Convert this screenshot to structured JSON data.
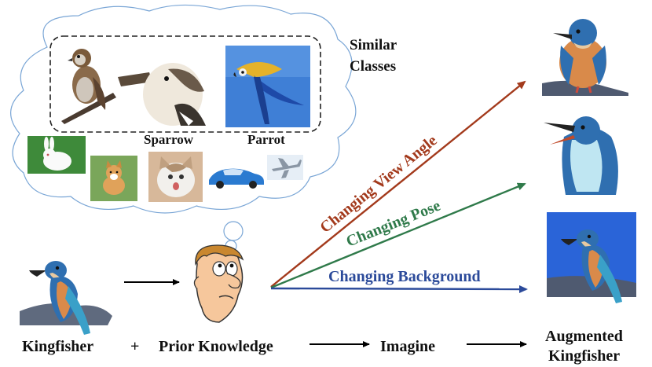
{
  "thought_cloud": {
    "heading_line1": "Similar",
    "heading_line2": "Classes",
    "sparrow_label": "Sparrow",
    "parrot_label": "Parrot",
    "icons": [
      "sparrow-photo",
      "kookaburra-photo",
      "parrot-photo",
      "rabbit-photo",
      "dog-photo",
      "cat-photo",
      "car-photo",
      "airplane-photo"
    ]
  },
  "arrows": {
    "view_angle": "Changing View Angle",
    "pose": "Changing Pose",
    "background": "Changing Background"
  },
  "bottom": {
    "kingfisher": "Kingfisher",
    "plus": "+",
    "prior_knowledge": "Prior Knowledge",
    "imagine": "Imagine",
    "augmented_line1": "Augmented",
    "augmented_line2": "Kingfisher"
  },
  "colors": {
    "view_angle": "#a33a1c",
    "pose": "#2f7a4a",
    "background": "#2b4a9a",
    "cloud": "#7aa6d6",
    "kingfisher_blue": "#2f6fb0",
    "kingfisher_orange": "#d98a4a"
  }
}
